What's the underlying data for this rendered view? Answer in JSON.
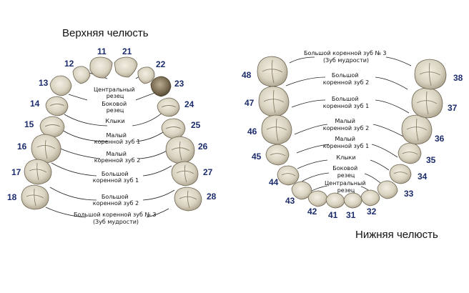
{
  "upper_jaw": {
    "title": "Верхняя челюсть",
    "labels": [
      [
        "Центральный",
        "резец"
      ],
      [
        "Боковой",
        "резец"
      ],
      [
        "Клыки"
      ],
      [
        "Малый",
        "коренной зуб 1"
      ],
      [
        "Малый",
        "коренной зуб 2"
      ],
      [
        "Большой",
        "коренной зуб 1"
      ],
      [
        "Большой",
        "коренной зуб 2"
      ],
      [
        "Большой коренной зуб № 3",
        "(Зуб мудрости)"
      ]
    ],
    "left_numbers": [
      "11",
      "12",
      "13",
      "14",
      "15",
      "16",
      "17",
      "18"
    ],
    "right_numbers": [
      "21",
      "22",
      "23",
      "24",
      "25",
      "26",
      "27",
      "28"
    ]
  },
  "lower_jaw": {
    "title": "Нижняя челюсть",
    "labels": [
      [
        "Большой коренной зуб № 3",
        "(Зуб мудрости)"
      ],
      [
        "Большой",
        "коренной зуб 2"
      ],
      [
        "Большой",
        "коренной зуб 1"
      ],
      [
        "Малый",
        "коренной зуб 2"
      ],
      [
        "Малый",
        "коренной зуб 1"
      ],
      [
        "Клыки"
      ],
      [
        "Боковой",
        "резец"
      ],
      [
        "Центральный",
        "резец"
      ]
    ],
    "left_numbers": [
      "48",
      "47",
      "46",
      "45",
      "44",
      "43",
      "42",
      "41"
    ],
    "right_numbers": [
      "38",
      "37",
      "36",
      "35",
      "34",
      "33",
      "32",
      "31"
    ]
  },
  "colors": {
    "tooth": "#d9d3c1",
    "tooth_shadow": "#a89f88",
    "numbers": "#1b2b6b",
    "lines": "#222222"
  }
}
